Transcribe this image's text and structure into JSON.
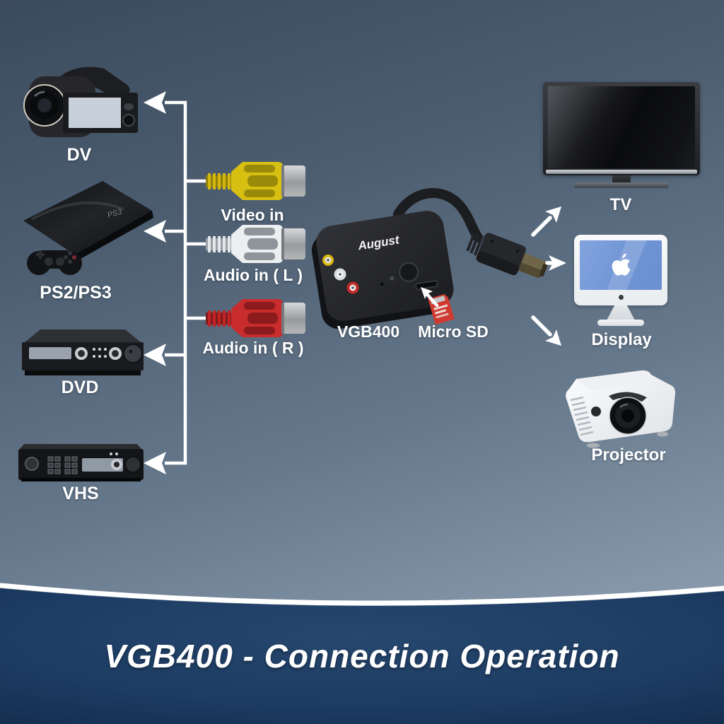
{
  "banner": {
    "title": "VGB400 - Connection Operation"
  },
  "device": {
    "label": "VGB400",
    "brand": "August",
    "sd_label": "Micro SD"
  },
  "sources": [
    {
      "label": "DV"
    },
    {
      "label": "PS2/PS3"
    },
    {
      "label": "DVD"
    },
    {
      "label": "VHS"
    }
  ],
  "inputs": [
    {
      "label": "Video in",
      "color": "#d8c013"
    },
    {
      "label": "Audio in ( L )",
      "color": "#eceff0"
    },
    {
      "label": "Audio in ( R )",
      "color": "#c92c2c"
    }
  ],
  "outputs": [
    {
      "label": "TV"
    },
    {
      "label": "Display"
    },
    {
      "label": "Projector"
    }
  ],
  "colors": {
    "background_top": "#3b4b5e",
    "background_bottom": "#95a7b8",
    "banner_navy": "#1d3c63",
    "connector": "#ffffff",
    "imac_screen": "#7095d5"
  }
}
